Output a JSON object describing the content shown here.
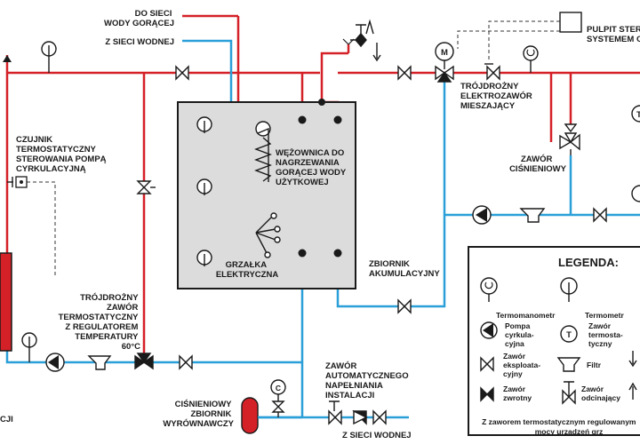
{
  "labels": {
    "hot_water_out": [
      "DO SIECI",
      "WODY GORĄCEJ"
    ],
    "water_in_top": "Z SIECI WODNEJ",
    "coil": [
      "WĘŻOWNICA DO",
      "NAGRZEWANIA",
      "GORĄCEJ WODY",
      "UŻYTKOWEJ"
    ],
    "heater": [
      "GRZAŁKA",
      "ELEKTRYCZNA"
    ],
    "tank": [
      "ZBIORNIK",
      "AKUMULACYJNY"
    ],
    "sensor": [
      "CZUJNIK",
      "TERMOSTATYCZNY",
      "STEROWANIA POMPĄ",
      "CYRKULACYJNĄ"
    ],
    "thermo_valve": [
      "TRÓJDROŻNY",
      "ZAWÓR",
      "TERMOSTATYCZNY",
      "Z REGULATOREM",
      "TEMPERATURY",
      "60°C"
    ],
    "expansion": [
      "CIŚNIENIOWY",
      "ZBIORNIK",
      "WYRÓWNAWCZY"
    ],
    "fill_valve": [
      "ZAWÓR",
      "AUTOMATYCZNEGO",
      "NAPEŁNIANIA",
      "INSTALACJI"
    ],
    "water_in_bottom": "Z SIECI WODNEJ",
    "mixing_valve": [
      "TRÓJDROŻNY",
      "ELEKTROZAWÓR",
      "MIESZAJĄCY"
    ],
    "pressure_valve": [
      "ZAWÓR",
      "CIŚNIENIOWY"
    ],
    "control_panel": [
      "PULPIT STERO",
      "SYSTEMEM OC"
    ],
    "left_bottom": "CJI",
    "motor_letter": "M",
    "exp_letter": "C"
  },
  "legend": {
    "title": "LEGENDA:",
    "items": {
      "termomanometr": "Termomanometr",
      "termometr": "Termometr",
      "pompa": [
        "Pompa",
        "cyrkula-",
        "cyjna"
      ],
      "zawor_termo": [
        "Zawór",
        "termosta-",
        "tyczny"
      ],
      "zawor_eksp": [
        "Zawór",
        "eksploata-",
        "cyjny"
      ],
      "filtr": "Filtr",
      "zawor_zwrotny": [
        "Zawór",
        "zwrotny"
      ],
      "zawor_odcinajacy": [
        "Zawór",
        "odcinający"
      ],
      "t_letter": "T"
    }
  },
  "footer": [
    "Z zaworem termostatycznym regulowanym",
    "mocy urządzeń grz"
  ]
}
